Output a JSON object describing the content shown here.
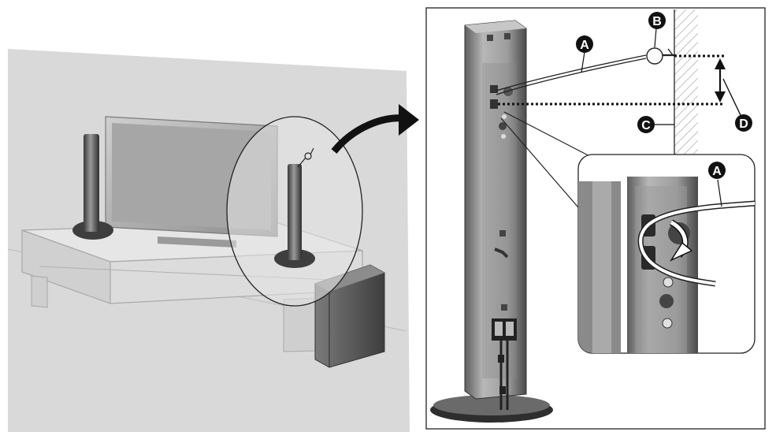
{
  "callouts": {
    "wire_top": "A",
    "hook": "B",
    "wall": "C",
    "distance": "D",
    "wire_inset": "A"
  },
  "colors": {
    "room_wall": "#d9d9d9",
    "speaker_dark": "#4a4a4a",
    "speaker_mid": "#8a8a8a",
    "callout_fill": "#111111",
    "line": "#222222"
  }
}
